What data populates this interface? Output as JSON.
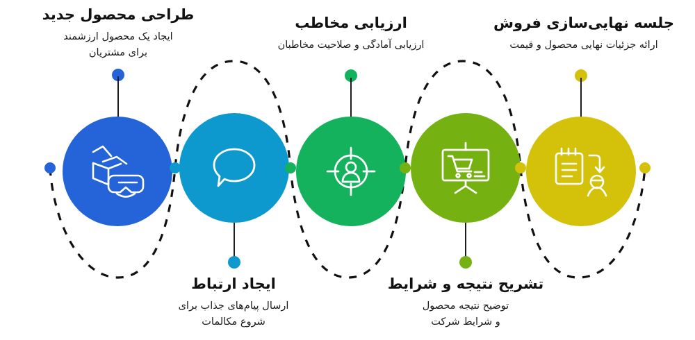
{
  "palette": {
    "background": "#ffffff",
    "path_stroke": "#111111",
    "stem": "#1c1c1c",
    "text_title": "#111111",
    "text_desc": "#1a1a1a"
  },
  "steps": [
    {
      "id": "design-new-product",
      "title": "طراحی محصول جدید",
      "desc_lines": [
        "ایجاد یک محصول ارزشمند",
        "برای مشتریان"
      ],
      "color": "#2563d9",
      "icon": "open-box-vr-goggles-icon",
      "position": "top"
    },
    {
      "id": "create-connection",
      "title": "ایجاد ارتباط",
      "desc_lines": [
        "ارسال پیام‌های جذاب برای",
        "شروع مکالمات"
      ],
      "color": "#0d99ce",
      "icon": "speech-bubble-icon",
      "position": "bottom"
    },
    {
      "id": "evaluate-prospect",
      "title": "ارزیابی مخاطب",
      "desc_lines": [
        "ارزیابی آمادگی و صلاحیت مخاطبان"
      ],
      "color": "#15b25e",
      "icon": "person-target-icon",
      "position": "top"
    },
    {
      "id": "explain-outcome-terms",
      "title": "تشریح نتیجه و شرایط",
      "desc_lines": [
        "توضیح نتیجه محصول",
        "و شرایط شرکت"
      ],
      "color": "#76b112",
      "icon": "presentation-cart-icon",
      "position": "bottom"
    },
    {
      "id": "closing-meeting",
      "title": "جلسه نهایی‌سازی فروش",
      "desc_lines": [
        "ارائه جزئیات نهایی محصول و قیمت"
      ],
      "color": "#d4c20a",
      "icon": "notepad-arrow-person-icon",
      "position": "top"
    }
  ],
  "connector_dots": [
    {
      "id": "dot-start",
      "color": "#2563d9"
    },
    {
      "id": "dot-1-2",
      "color": "#0d99ce"
    },
    {
      "id": "dot-2-3",
      "color": "#15b25e"
    },
    {
      "id": "dot-3-4",
      "color": "#76b112"
    },
    {
      "id": "dot-4-5",
      "color": "#d4c20a"
    },
    {
      "id": "dot-end",
      "color": "#d4c20a"
    }
  ]
}
